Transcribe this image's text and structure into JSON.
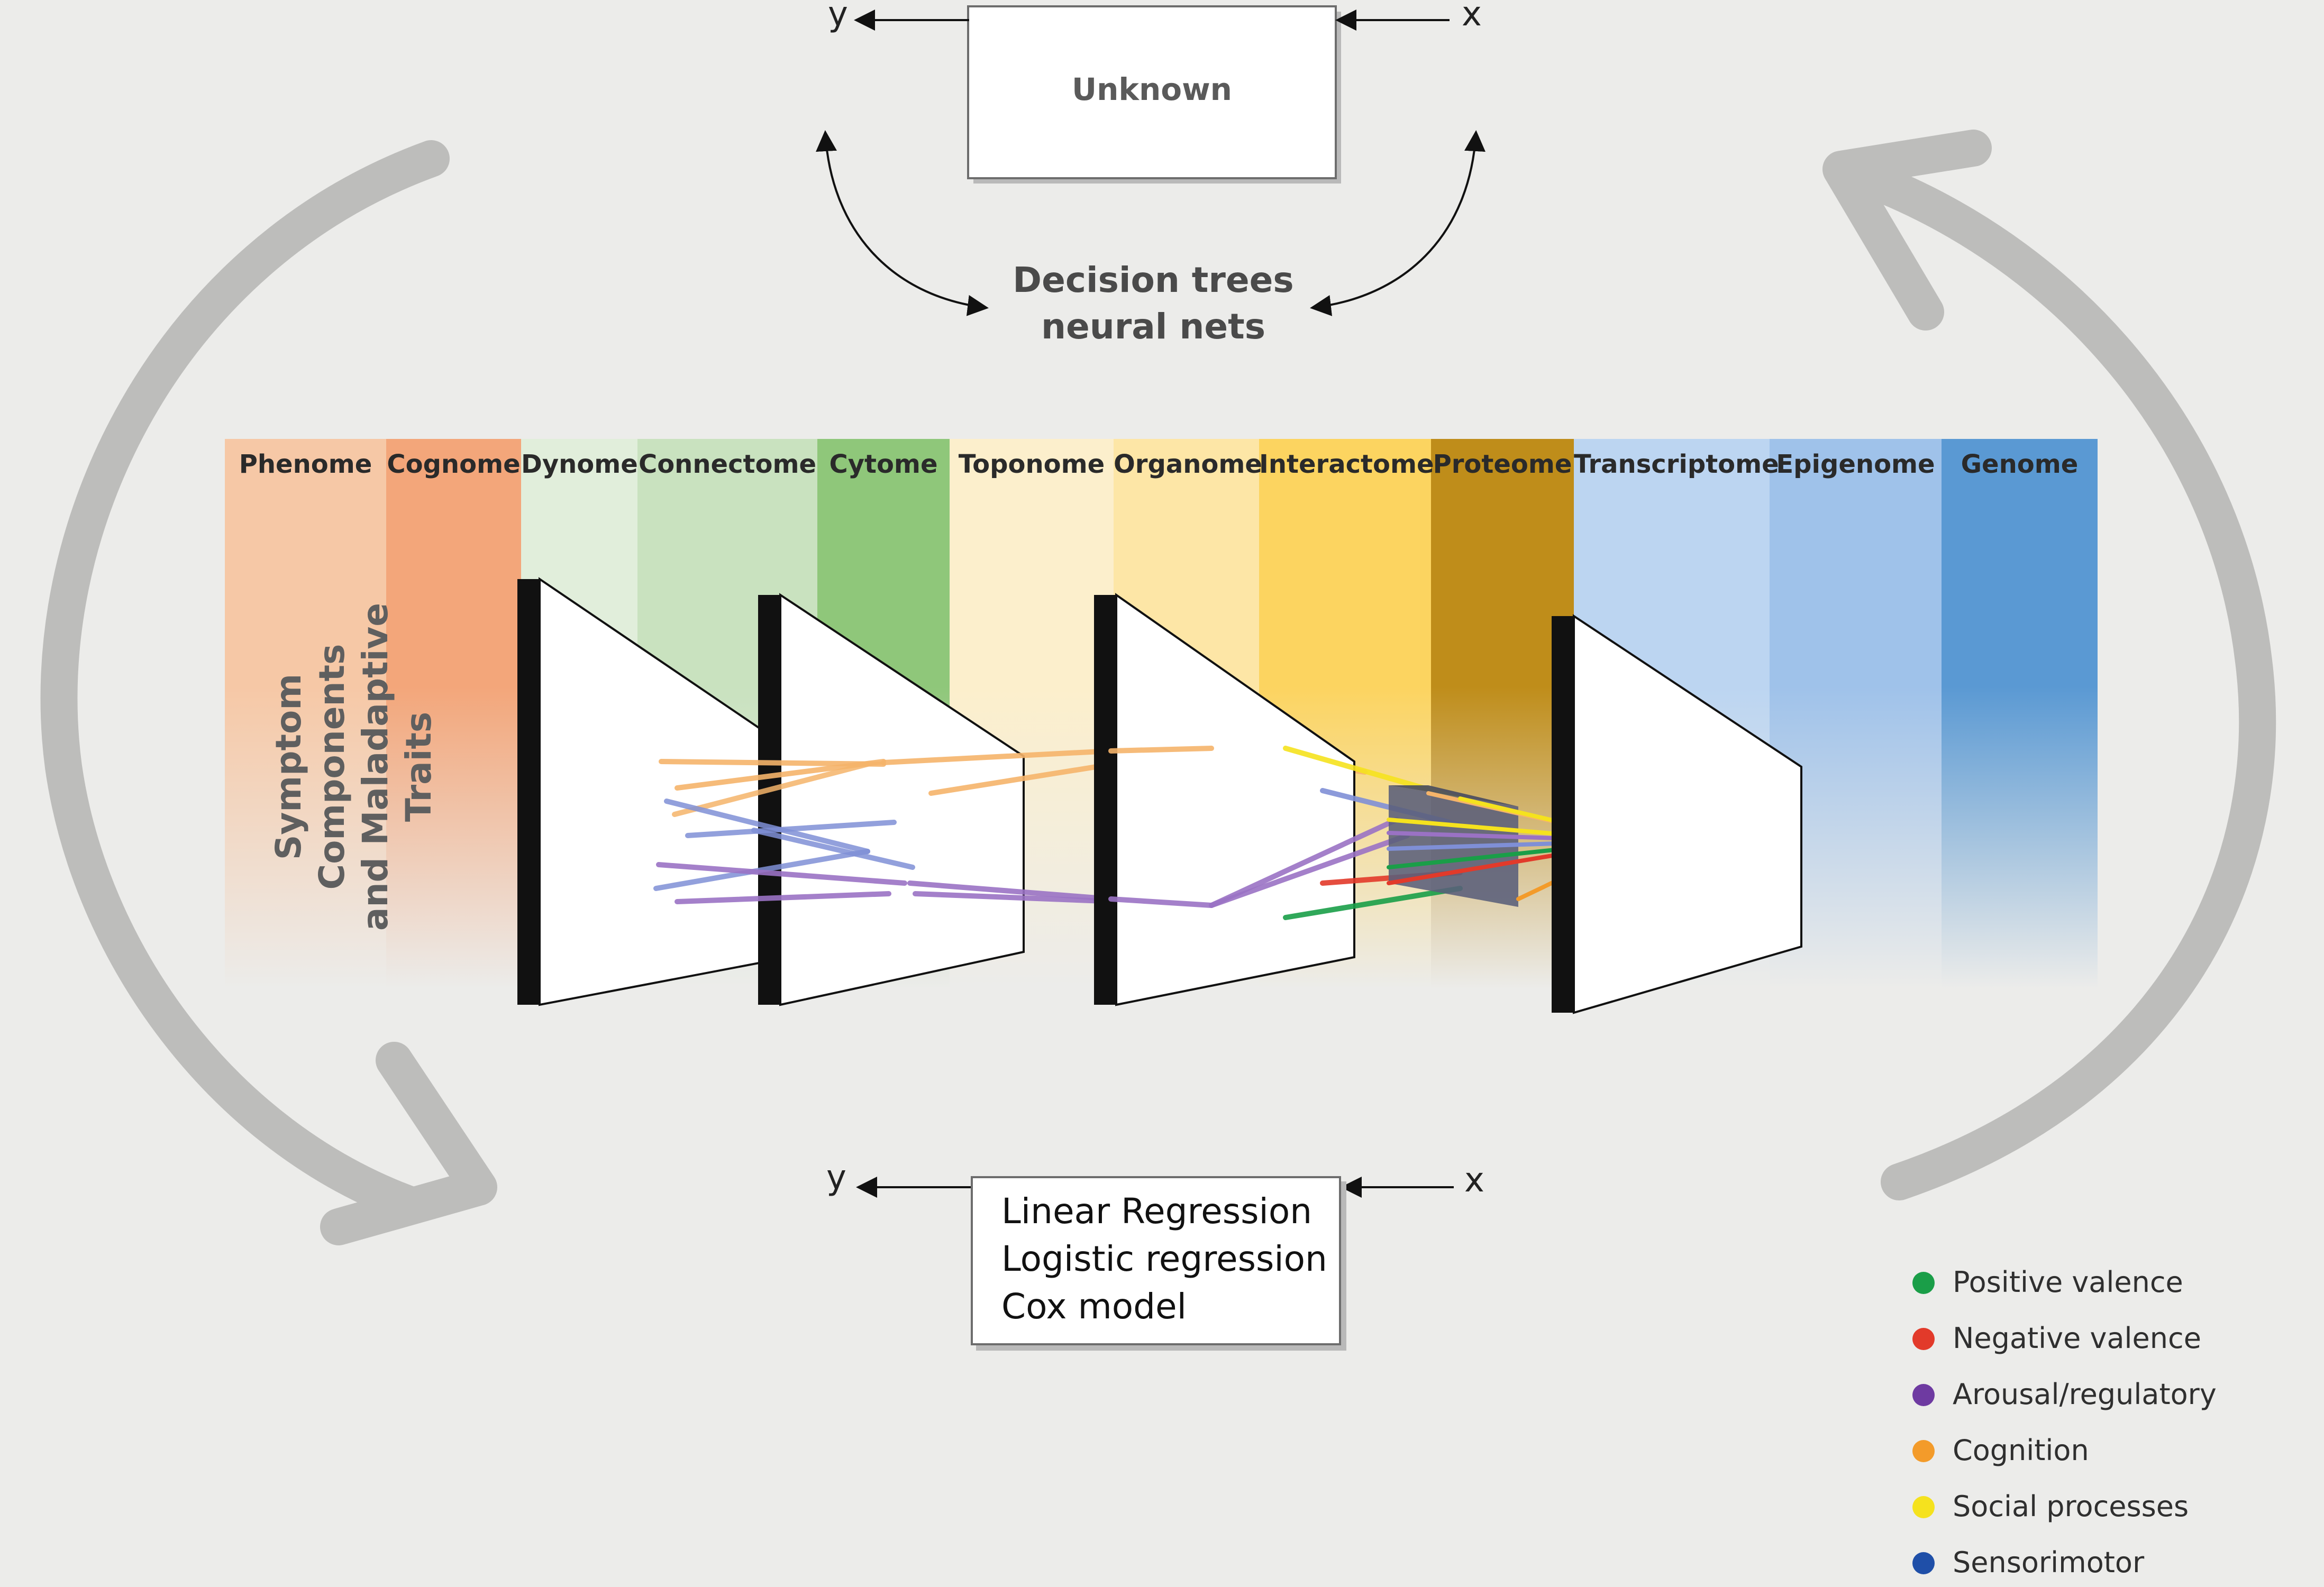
{
  "unknown_box": {
    "title": "Unknown",
    "y_label": "y",
    "x_label": "x"
  },
  "decision_label": {
    "line1": "Decision trees",
    "line2": "neural nets"
  },
  "stages": [
    "Phenome",
    "Cognome",
    "Dynome",
    "Connectome",
    "Cytome",
    "Toponome",
    "Organome",
    "Interactome",
    "Proteome",
    "Transcriptome",
    "Epigenome",
    "Genome"
  ],
  "stage_colors": [
    "#f6c8a6",
    "#f3a67a",
    "#e1eedb",
    "#c9e2bf",
    "#8fc77a",
    "#fcefcc",
    "#fde6a6",
    "#fcd460",
    "#bf8d1a",
    "#bcd5f1",
    "#9fc2ea",
    "#5a99d3"
  ],
  "side_label": {
    "line1": "Symptom Components",
    "line2": "and Maladaptive Traits"
  },
  "regression_box": {
    "lines": [
      "Linear Regression",
      "Logistic regression",
      "Cox model"
    ],
    "y_label": "y",
    "x_label": "x"
  },
  "legend": [
    {
      "label": "Positive valence",
      "color": "#1a9e48"
    },
    {
      "label": "Negative valence",
      "color": "#e23a2a"
    },
    {
      "label": "Arousal/regulatory",
      "color": "#6e3aa1"
    },
    {
      "label": "Cognition",
      "color": "#f39b2a"
    },
    {
      "label": "Social processes",
      "color": "#f5e21e"
    },
    {
      "label": "Sensorimotor",
      "color": "#1f4fa8"
    }
  ]
}
